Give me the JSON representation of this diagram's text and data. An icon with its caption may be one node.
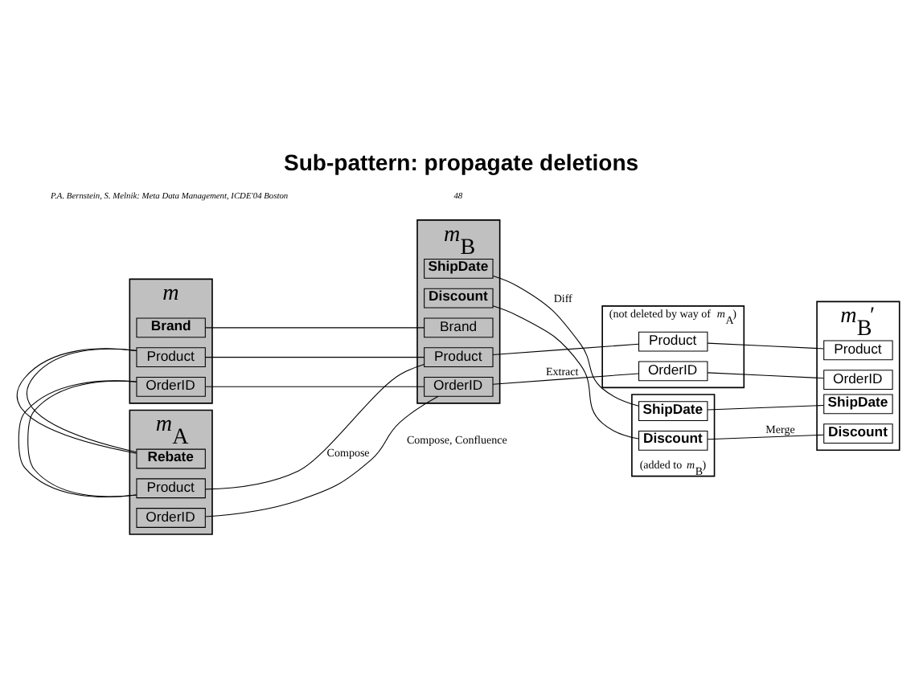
{
  "diagram": {
    "title": "Sub-pattern: propagate deletions",
    "nodes": [
      {
        "text": [
          "*m*"
        ]
      },
      {
        "text": [
          "OrderID"
        ],
        "in": 0
      },
      {
        "text": [
          "Product"
        ],
        "in": 0
      },
      {
        "text": [
          "Brand"
        ],
        "in": 0
      },
      {
        "text": [
          "*m*$_{B}$"
        ]
      },
      {
        "text": [
          "OrderID"
        ],
        "in": 4
      },
      {
        "text": [
          "Product"
        ],
        "in": 4
      },
      {
        "text": [
          "Brand"
        ],
        "in": 4
      },
      {
        "text": [
          "Discount"
        ],
        "in": 4
      },
      {
        "text": [
          "ShipDate"
        ],
        "in": 4
      },
      {
        "text": [
          "*m*$_{A}$"
        ]
      },
      {
        "text": [
          "OrderID"
        ],
        "in": 10
      },
      {
        "text": [
          "Product"
        ],
        "in": 10
      },
      {
        "text": [
          "Rebate"
        ],
        "in": 10
      },
      {
        "text": [],
        "shape": "box",
        "beside": [
          "(not deleted by way of *m*$_{A}$)"
        ]
      },
      {
        "text": [
          "OrderID"
        ],
        "in": 14
      },
      {
        "text": [
          "Product"
        ],
        "in": 14
      },
      {
        "text": [],
        "shape": "box",
        "beside": [
          "(added to *m*$_{B}$)"
        ]
      },
      {
        "text": [
          "Discount"
        ],
        "in": 17
      },
      {
        "text": [
          "ShipDate"
        ],
        "in": 17
      },
      {
        "text": [
          "*m*$_{B}$′"
        ]
      },
      {
        "text": [
          "OrderID"
        ],
        "in": 20
      },
      {
        "text": [
          "Product"
        ],
        "in": 20
      },
      {
        "text": [
          "Discount"
        ],
        "in": 20
      },
      {
        "text": [
          "ShipDate"
        ],
        "in": 20
      }
    ],
    "edges": [
      {
        "from": 1,
        "to": 5,
        "arrow": "none"
      },
      {
        "from": 2,
        "to": 6,
        "arrow": "none"
      },
      {
        "from": 3,
        "to": 7,
        "arrow": "none"
      },
      {
        "from": 1,
        "to": 12,
        "arrow": "none"
      },
      {
        "from": 2,
        "to": 13,
        "arrow": "none"
      },
      {
        "from": 11,
        "to": 5,
        "arrow": "none",
        "label": "Compose"
      },
      {
        "from": 12,
        "to": 6,
        "arrow": "none"
      },
      {
        "from": 5,
        "to": 15,
        "arrow": "none",
        "label": "Extract"
      },
      {
        "from": 6,
        "to": 16,
        "arrow": "none"
      },
      {
        "from": 8,
        "to": 18,
        "arrow": "none"
      },
      {
        "from": 9,
        "to": 19,
        "arrow": "none",
        "label": "Diff"
      },
      {
        "from": 15,
        "to": 21,
        "arrow": "none"
      },
      {
        "from": 16,
        "to": 22,
        "arrow": "none"
      },
      {
        "from": 18,
        "to": 23,
        "arrow": "none",
        "label": "Merge"
      },
      {
        "from": 19,
        "to": 24,
        "arrow": "none"
      }
    ],
    "labels": [
      "Compose, Confluence",
      "P.A. Bernstein, S. Melnik: Meta Data Management, ICDE'04 Boston",
      "48"
    ]
  }
}
